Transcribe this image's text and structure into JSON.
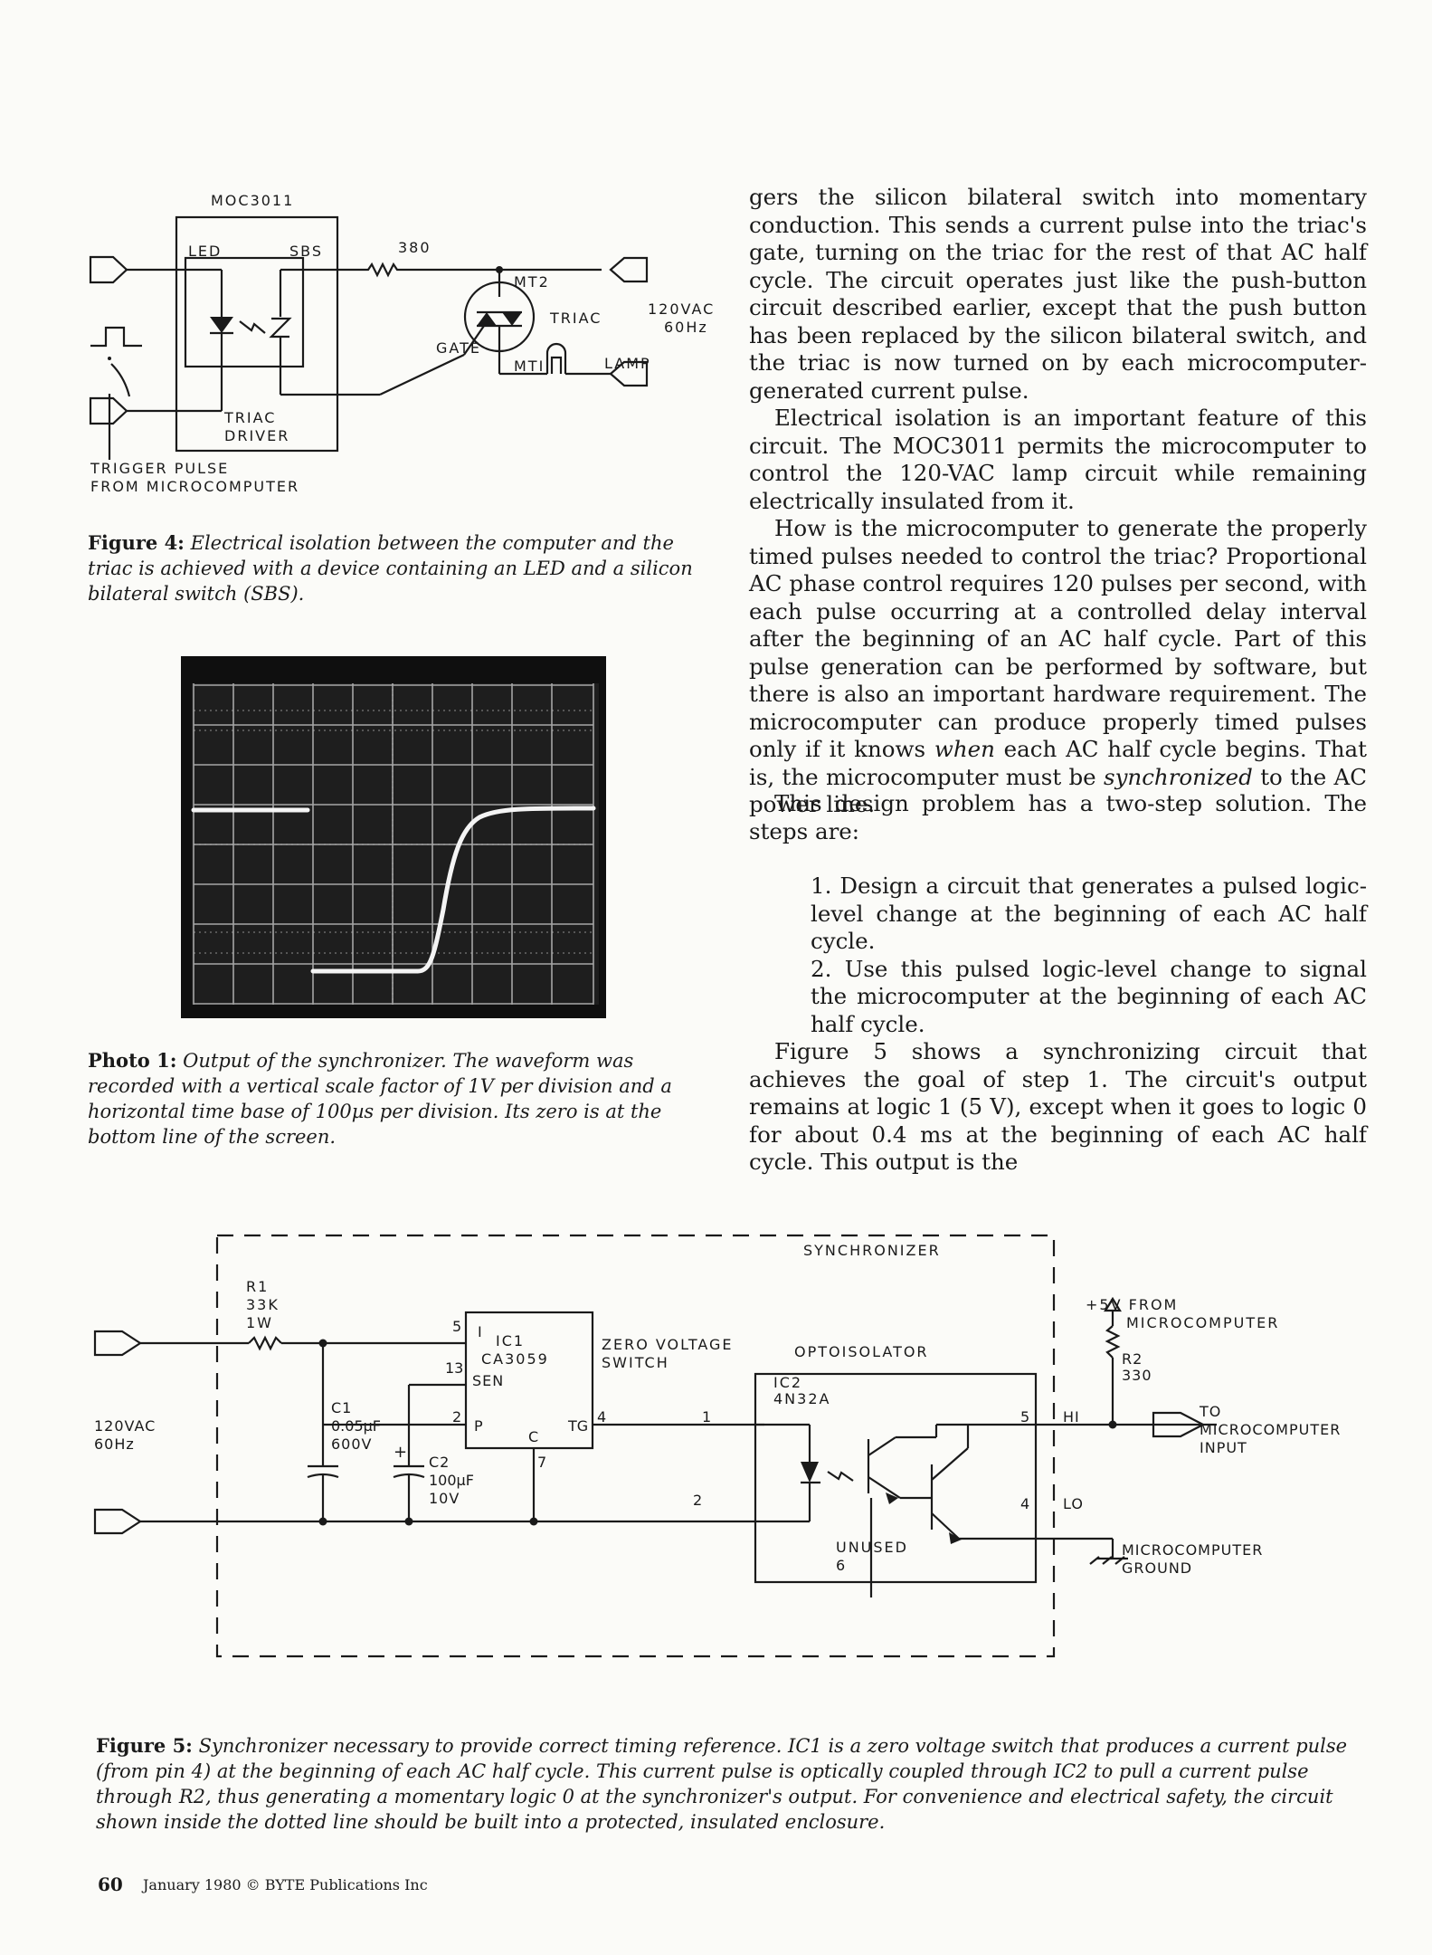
{
  "figure4": {
    "labels": {
      "chip": "MOC3011",
      "led": "LED",
      "sbs": "SBS",
      "resistor": "380",
      "mt2": "MT2",
      "triac": "TRIAC",
      "gate": "GATE",
      "mt1": "MTI",
      "lamp": "LAMP",
      "supply_line1": "120VAC",
      "supply_line2": "60Hz",
      "driver_line1": "TRIAC",
      "driver_line2": "DRIVER",
      "trigger_line1": "TRIGGER PULSE",
      "trigger_line2": "FROM MICROCOMPUTER"
    },
    "caption_label": "Figure 4:",
    "caption_text": "Electrical isolation between the computer and the triac is achieved with a device containing an LED and a silicon bilateral switch (SBS)."
  },
  "photo1": {
    "caption_label": "Photo 1:",
    "caption_text": "Output of the synchronizer. The waveform was recorded with a vertical scale factor of 1V per division and a horizontal time base of 100µs per division. Its zero is at the bottom line of the screen."
  },
  "right_column": {
    "p1": "gers the silicon bilateral switch into momentary conduction. This sends a current pulse into the triac's gate, turning on the triac for the rest of that AC half cycle. The circuit operates just like the push-button circuit described earlier, except that the push button has been replaced by the silicon bilateral switch, and the triac is now turned on by each microcomputer-generated current pulse.",
    "p2": "Electrical isolation is an important feature of this circuit. The MOC3011 permits the microcomputer to control the 120-VAC lamp circuit while remaining electrically insulated from it.",
    "p3_a": "How is the microcomputer to generate the properly timed pulses needed to control the triac? Proportional AC phase control requires 120 pulses per second, with each pulse occurring at a controlled delay interval after the beginning of an AC half cycle. Part of this pulse generation can be performed by software, but there is also an important hardware requirement. The microcomputer can produce properly timed pulses only if it knows ",
    "p3_em1": "when",
    "p3_b": " each AC half cycle begins. That is, the microcomputer must be ",
    "p3_em2": "synchronized",
    "p3_c": " to the AC power line.",
    "p4": "This design problem has a two-step solution. The steps are:",
    "step1": "1. Design a circuit that generates a pulsed logic-level change at the beginning of each AC half cycle.",
    "step2": "2. Use this pulsed logic-level change to signal the microcomputer at the beginning of each AC half cycle.",
    "p5": "Figure 5 shows a synchronizing circuit that achieves the goal of step 1. The circuit's output remains at logic 1 (5 V), except when it goes to logic 0 for about 0.4 ms at the beginning of each AC half cycle. This output is the"
  },
  "figure5": {
    "labels": {
      "title": "SYNCHRONIZER",
      "r1_a": "R1",
      "r1_b": "33K",
      "r1_c": "1W",
      "ic1_a": "IC1",
      "ic1_b": "CA3059",
      "pin_i": "I",
      "pin_sen": "SEN",
      "pin_p": "P",
      "pin_c": "C",
      "pin_tg": "TG",
      "n5": "5",
      "n13": "13",
      "n2": "2",
      "n7": "7",
      "n4": "4",
      "zvs_a": "ZERO VOLTAGE",
      "zvs_b": "SWITCH",
      "opto": "OPTOISOLATOR",
      "ic2_a": "IC2",
      "ic2_b": "4N32A",
      "p1": "1",
      "p2": "2",
      "p5": "5",
      "p4": "4",
      "p6": "6",
      "unused": "UNUSED",
      "hi": "HI",
      "lo": "LO",
      "supply_a": "120VAC",
      "supply_b": "60Hz",
      "c1_a": "C1",
      "c1_b": "0.05µF",
      "c1_c": "600V",
      "c2_a": "C2",
      "c2_b": "100µF",
      "c2_c": "10V",
      "plus": "+",
      "v5_a": "+5V FROM",
      "v5_b": "MICROCOMPUTER",
      "r2_a": "R2",
      "r2_b": "330",
      "to_a": "TO",
      "to_b": "MICROCOMPUTER",
      "to_c": "INPUT",
      "gnd_a": "MICROCOMPUTER",
      "gnd_b": "GROUND"
    },
    "caption_label": "Figure 5:",
    "caption_text": "Synchronizer necessary to provide correct timing reference. IC1 is a zero voltage switch that produces a current pulse (from pin 4) at the beginning of each AC half cycle. This current pulse is optically coupled through IC2 to pull a current pulse through R2, thus generating a momentary logic 0 at the synchronizer's output. For convenience and electrical safety, the circuit shown inside the dotted line should be built into a protected, insulated enclosure."
  },
  "footer": {
    "page_number": "60",
    "issue": "January 1980 © BYTE Publications Inc"
  }
}
